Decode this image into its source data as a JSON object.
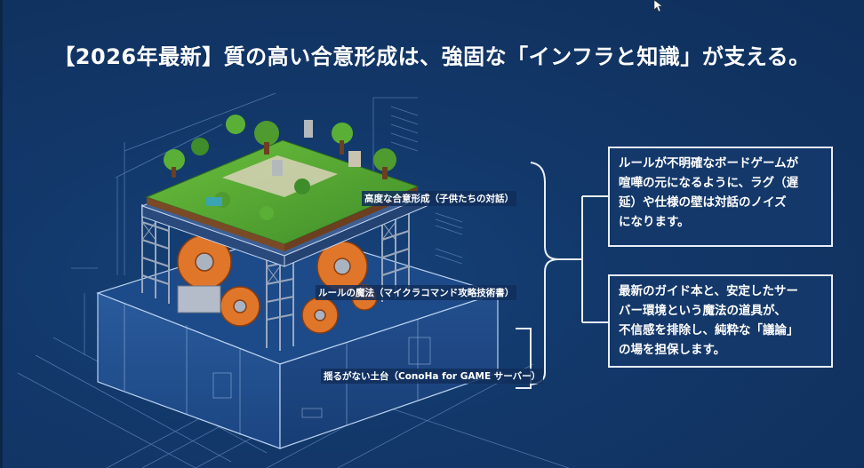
{
  "slide": {
    "title": "【2026年最新】質の高い合意形成は、強固な「インフラと知識」が支える。",
    "background_color": "#113566",
    "accent_colors": {
      "blueprint_line": "#8fb4e6",
      "gear_orange": "#e0762a",
      "grass_green": "#5aa532",
      "frame_gray": "#8e9bb0"
    }
  },
  "illustration": {
    "layers": [
      {
        "label": "高度な合意形成（子供たちの対話）"
      },
      {
        "label": "ルールの魔法（マイクラコマンド攻略技術書）"
      },
      {
        "label": "揺るがない土台（ConoHa for GAME サーバー）"
      }
    ]
  },
  "callouts": [
    {
      "lines": [
        "ルールが不明確なボードゲームが",
        "喧嘩の元になるように、ラグ（遅",
        "延）や仕様の壁は対話のノイズ",
        "になります。"
      ]
    },
    {
      "lines": [
        "最新のガイド本と、安定したサー",
        "バー環境という魔法の道具が、",
        "不信感を排除し、純粋な「議論」",
        "の場を担保します。"
      ]
    }
  ]
}
